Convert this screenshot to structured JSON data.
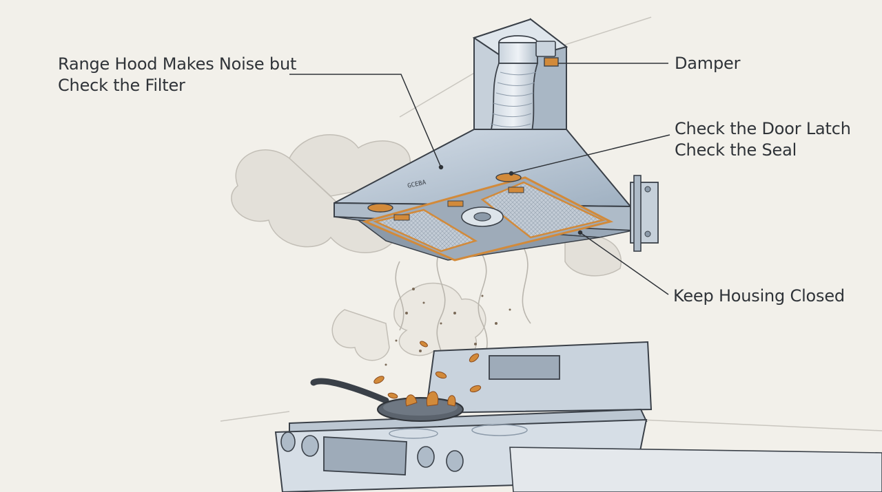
{
  "labels": {
    "filter": [
      "Range Hood Makes Noise but",
      "Check the Filter"
    ],
    "damper": "Damper",
    "latch_seal": [
      "Check the Door Latch",
      "Check the Seal"
    ],
    "housing": "Keep Housing Closed",
    "hood_badge": "GCEBA"
  },
  "colors": {
    "background": "#f2f0ea",
    "steel": "#b9c6d3",
    "steel_dark": "#8c9aa9",
    "outline": "#3a4048",
    "accent_orange": "#d28a3a",
    "smoke": "#d9d6cf",
    "text": "#2f3338"
  }
}
